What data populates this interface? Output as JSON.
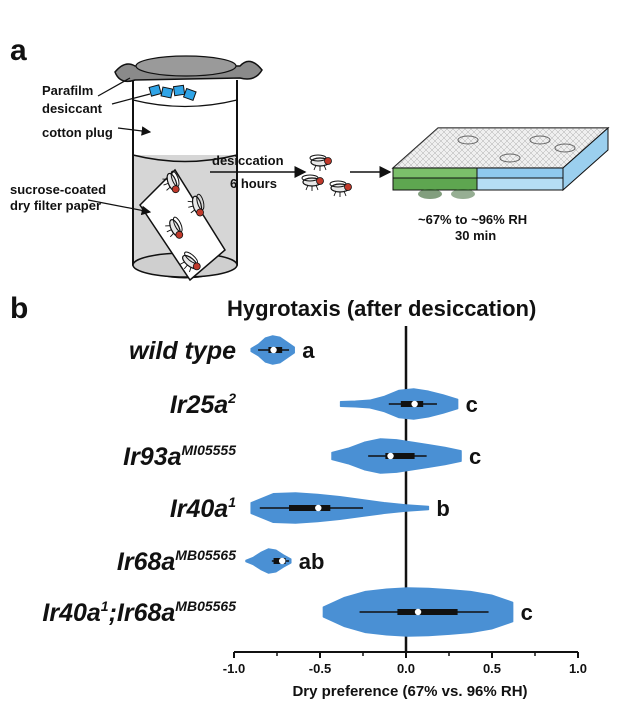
{
  "panel_a": {
    "label": "a",
    "vial_labels": {
      "parafilm": "Parafilm",
      "desiccant": "desiccant",
      "cotton_plug": "cotton plug",
      "filter_paper_line1": "sucrose-coated",
      "filter_paper_line2": "dry filter paper"
    },
    "treatment": {
      "line1": "desiccation",
      "line2": "6 hours"
    },
    "assay": {
      "line1": "~67% to ~96% RH",
      "line2": "30 min"
    }
  },
  "panel_b": {
    "label": "b"
  },
  "chart_data": {
    "type": "violin",
    "title": "Hygrotaxis (after desiccation)",
    "xlabel": "Dry preference (67% vs. 96% RH)",
    "xlim": [
      -1.0,
      1.0
    ],
    "xticks": [
      "-1.0",
      "-0.5",
      "0.0",
      "0.5",
      "1.0"
    ],
    "xtick_values": [
      -1.0,
      -0.5,
      0.0,
      0.5,
      1.0
    ],
    "reference_line": 0.0,
    "color": "#4a90d4",
    "groups": [
      {
        "base": "wild type",
        "sup": "",
        "group_label": "a",
        "min": -0.9,
        "max": -0.65,
        "q1": -0.8,
        "median": -0.77,
        "q3": -0.72,
        "wmin": -0.86,
        "wmax": -0.68,
        "density": [
          0.1,
          0.4,
          0.85,
          1.0,
          0.9,
          0.55,
          0.2
        ]
      },
      {
        "base": "Ir25a",
        "sup": "2",
        "group_label": "c",
        "min": -0.38,
        "max": 0.3,
        "q1": -0.03,
        "median": 0.05,
        "q3": 0.1,
        "wmin": -0.1,
        "wmax": 0.18,
        "density": [
          0.15,
          0.18,
          0.25,
          0.5,
          0.9,
          1.0,
          0.85,
          0.6,
          0.3
        ]
      },
      {
        "base": "Ir93a",
        "sup": "MI05555",
        "group_label": "c",
        "min": -0.43,
        "max": 0.32,
        "q1": -0.12,
        "median": -0.09,
        "q3": 0.05,
        "wmin": -0.22,
        "wmax": 0.12,
        "density": [
          0.2,
          0.45,
          0.8,
          1.0,
          0.95,
          0.8,
          0.65,
          0.5,
          0.3
        ]
      },
      {
        "base": "Ir40a",
        "sup": "1",
        "group_label": "b",
        "min": -0.9,
        "max": 0.13,
        "q1": -0.68,
        "median": -0.51,
        "q3": -0.44,
        "wmin": -0.85,
        "wmax": -0.25,
        "density": [
          0.35,
          0.95,
          1.0,
          0.9,
          0.75,
          0.55,
          0.35,
          0.2,
          0.1
        ]
      },
      {
        "base": "Ir68a",
        "sup": "MB05565",
        "group_label": "ab",
        "min": -0.93,
        "max": -0.67,
        "q1": -0.77,
        "median": -0.72,
        "q3": -0.7,
        "wmin": -0.78,
        "wmax": -0.68,
        "density": [
          0.05,
          0.3,
          0.7,
          1.0,
          0.9,
          0.5,
          0.15
        ]
      },
      {
        "base": "Ir40a",
        "sup": "1",
        "mid": ";Ir68a",
        "sup2": "MB05565",
        "group_label": "c",
        "min": -0.48,
        "max": 0.62,
        "q1": -0.05,
        "median": 0.07,
        "q3": 0.3,
        "wmin": -0.27,
        "wmax": 0.48,
        "density": [
          0.2,
          0.6,
          0.85,
          0.95,
          1.0,
          0.98,
          0.92,
          0.85,
          0.7,
          0.4
        ]
      }
    ]
  }
}
